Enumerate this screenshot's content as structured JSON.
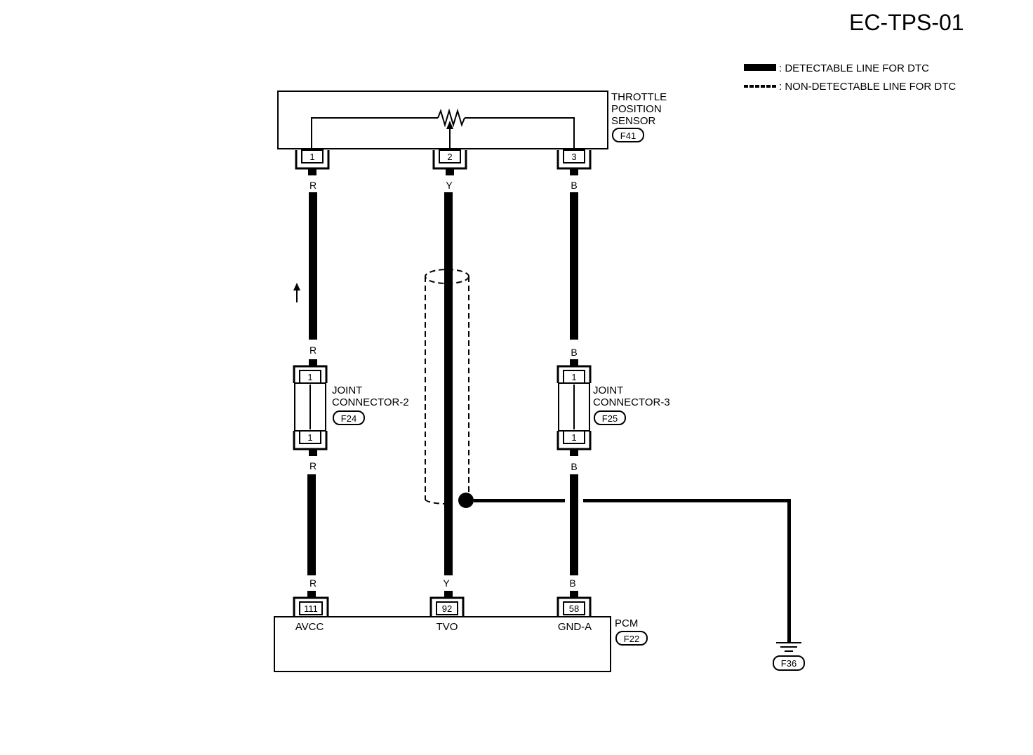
{
  "title": "EC-TPS-01",
  "legend": {
    "detectable": ": DETECTABLE LINE FOR DTC",
    "non_detectable": ": NON-DETECTABLE LINE FOR DTC"
  },
  "sensor": {
    "name_line1": "THROTTLE",
    "name_line2": "POSITION",
    "name_line3": "SENSOR",
    "connector": "F41",
    "pins": [
      "1",
      "2",
      "3"
    ]
  },
  "wires": {
    "left": "R",
    "middle": "Y",
    "right": "B"
  },
  "joint2": {
    "line1": "JOINT",
    "line2": "CONNECTOR-2",
    "connector": "F24",
    "pin_top": "1",
    "pin_bottom": "1"
  },
  "joint3": {
    "line1": "JOINT",
    "line2": "CONNECTOR-3",
    "connector": "F25",
    "pin_top": "1",
    "pin_bottom": "1"
  },
  "pcm": {
    "name": "PCM",
    "connector": "F22",
    "pins": [
      "111",
      "92",
      "58"
    ],
    "terminals": [
      "AVCC",
      "TVO",
      "GND-A"
    ]
  },
  "ground": {
    "connector": "F36"
  }
}
